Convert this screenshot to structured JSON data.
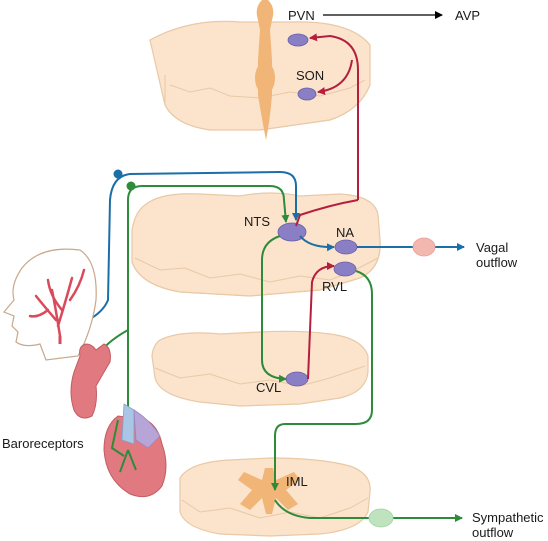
{
  "labels": {
    "pvn": "PVN",
    "avp": "AVP",
    "son": "SON",
    "nts": "NTS",
    "na": "NA",
    "rvl": "RVL",
    "cvl": "CVL",
    "iml": "IML",
    "vagal_outflow_line1": "Vagal",
    "vagal_outflow_line2": "outflow",
    "sympathetic_outflow_line1": "Sympathetic",
    "sympathetic_outflow_line2": "outflow",
    "baroreceptors": "Baroreceptors"
  },
  "colors": {
    "tissue": "#fbe3cc",
    "tissue_edge": "#e9c9a6",
    "ventricle": "#f0b577",
    "nucleus": "#8a7fc4",
    "nucleus_edge": "#6a5fa6",
    "vagal_pathway": "#1a6fa8",
    "sympathetic_pathway": "#2e8b3a",
    "inhibitory_pathway": "#b51e3c",
    "arrow": "#000000",
    "ganglion_vagal": "#f2b8b0",
    "ganglion_symp": "#bfe3bf",
    "vessel": "#d94a5c",
    "heart": "#e07a80",
    "head_outline": "#c9a88a"
  }
}
